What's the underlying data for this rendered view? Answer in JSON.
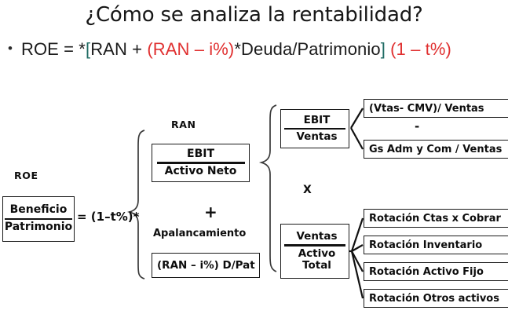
{
  "slide": {
    "title": "¿Cómo se analiza la rentabilidad?",
    "bullet_marker": "•",
    "formula": {
      "parts": [
        {
          "text": "ROE = *",
          "color": "dark"
        },
        {
          "text": "[",
          "color": "teal"
        },
        {
          "text": "RAN + ",
          "color": "dark"
        },
        {
          "text": "(RAN – i%)",
          "color": "red"
        },
        {
          "text": "*Deuda/Patrimonio",
          "color": "dark"
        },
        {
          "text": "]",
          "color": "teal"
        },
        {
          "text": " ",
          "color": "dark"
        },
        {
          "text": "(1 – t%)",
          "color": "red"
        }
      ],
      "plain": "ROE = *[RAN + (RAN – i%)*Deuda/Patrimonio] (1 – t%)"
    },
    "colors": {
      "text": "#1b1b1b",
      "teal": "#1f6b63",
      "red": "#e03030",
      "box_border": "#1a1a1a",
      "background": "#ffffff"
    }
  },
  "diagram": {
    "roe": {
      "label": "ROE",
      "numerator": "Beneficio",
      "denominator": "Patrimonio",
      "equals_factor": "= (1–t%)*"
    },
    "ran": {
      "label": "RAN",
      "numerator": "EBIT",
      "denominator": "Activo Neto"
    },
    "operator_plus": "+",
    "apalancamiento": {
      "label": "Apalancamiento",
      "expression": "(RAN – i%) D/Pat"
    },
    "margin": {
      "numerator": "EBIT",
      "denominator": "Ventas"
    },
    "operator_times": "X",
    "rotation": {
      "numerator": "Ventas",
      "denominator_line1": "Activo",
      "denominator_line2": "Total"
    },
    "margin_components": {
      "top": "(Vtas- CMV)/ Ventas",
      "operator": "-",
      "bottom": "Gs Adm y Com / Ventas"
    },
    "rotation_components": [
      "Rotación Ctas x Cobrar",
      "Rotación Inventario",
      "Rotación Activo Fijo",
      "Rotación Otros activos"
    ]
  }
}
